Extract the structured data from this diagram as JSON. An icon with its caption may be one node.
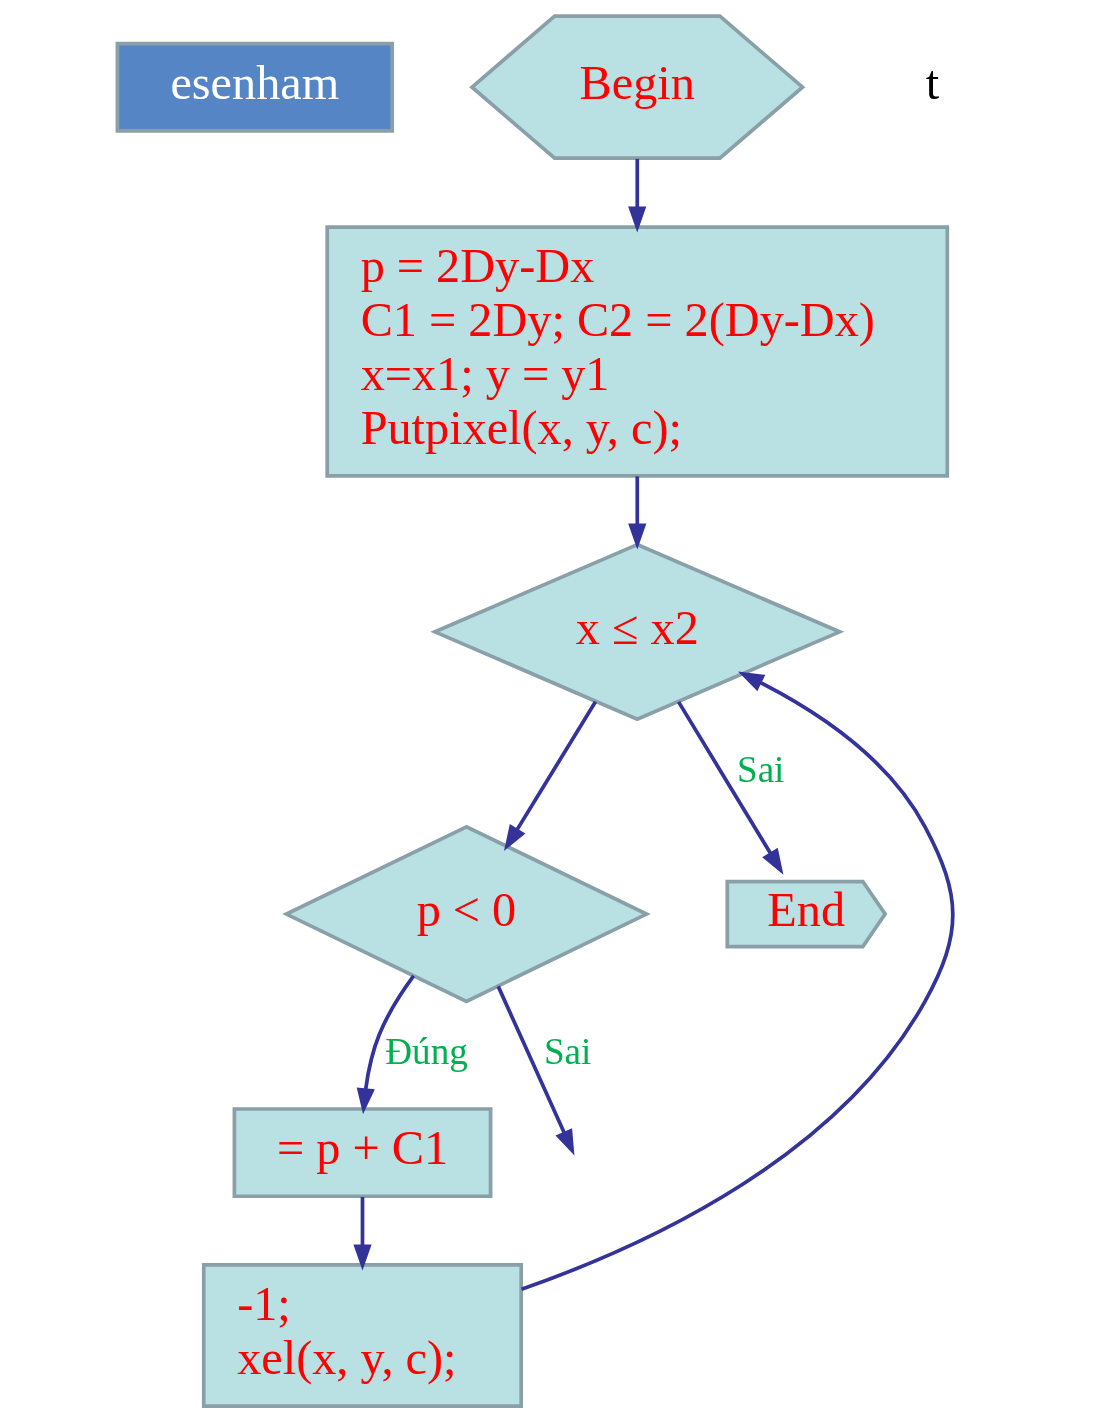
{
  "diagram": {
    "nodes": [
      {
        "text": [
          "esenham"
        ]
      },
      {
        "text": [
          "Begin"
        ]
      },
      {
        "text": [
          "p = 2Dy-Dx",
          "C1 = 2Dy; C2 = 2(Dy-Dx)",
          "x=x1; y = y1",
          "Putpixel(x, y, c);"
        ]
      },
      {
        "text": [
          "x ≤ x2"
        ]
      },
      {
        "text": [
          "p < 0"
        ]
      },
      {
        "text": [
          "= p + C1"
        ]
      },
      {
        "text": [
          "-1;",
          "xel(x, y, c);"
        ]
      },
      {
        "text": [
          "End"
        ]
      }
    ],
    "edges": [
      {
        "from": 1,
        "to": 2,
        "arrow": "to"
      },
      {
        "from": 2,
        "to": 3,
        "arrow": "to"
      },
      {
        "from": 3,
        "to": 4,
        "arrow": "to"
      },
      {
        "from": 4,
        "to": 5,
        "arrow": "to",
        "label": "Đúng"
      },
      {
        "from": 5,
        "to": 6,
        "arrow": "to"
      },
      {
        "from": 6,
        "to": 3,
        "arrow": "to"
      },
      {
        "from": 3,
        "to": 7,
        "arrow": "to",
        "label": "Sai"
      },
      {
        "from": 4,
        "to": null,
        "arrow": "to",
        "label": "Sai"
      }
    ],
    "labels": [
      "t"
    ]
  }
}
